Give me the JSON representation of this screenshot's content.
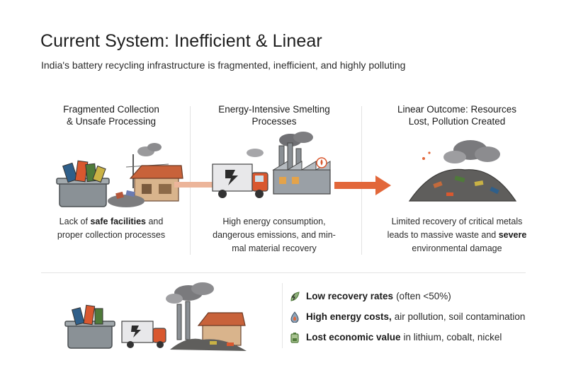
{
  "title": "Current System: Inefficient & Linear",
  "subtitle": "India's battery recycling infrastructure is fragmented, inefficient, and highly polluting",
  "columns": [
    {
      "head_line1": "Fragmented Collection",
      "head_line2": "& Unsafe Processing",
      "desc_pre": "Lack of ",
      "desc_bold": "safe facilities",
      "desc_post": " and",
      "desc_line2": "proper collection processes"
    },
    {
      "head_line1": "Energy-Intensive Smelting",
      "head_line2": "Processes",
      "desc_line1": "High energy consumption,",
      "desc_line2": "dangerous emissions, and min-",
      "desc_line3": "mal material recovery"
    },
    {
      "head_line1": "Linear Outcome: Resources",
      "head_line2": "Lost, Pollution Created",
      "desc_line1": "Limited recovery of critical metals",
      "desc_line2_pre": "leads to massive waste and ",
      "desc_line2_bold": "severe",
      "desc_line3": "environmental damage"
    }
  ],
  "bullets": [
    {
      "icon": "lightning-leaf-icon",
      "bold": "Low recovery rates",
      "rest": "(often <50%)"
    },
    {
      "icon": "drop-flame-icon",
      "bold": "High energy costs,",
      "rest": "air pollution, soil contamination"
    },
    {
      "icon": "battery-loss-icon",
      "bold": "Lost economic value",
      "rest": "in lithium, cobalt, nickel"
    }
  ],
  "colors": {
    "arrow": "#e2673a",
    "truck_cab": "#d9582f",
    "roof": "#c8623a",
    "bin": "#8a9196",
    "smoke": "#6f6f73",
    "accent_green": "#4f7a3a"
  }
}
